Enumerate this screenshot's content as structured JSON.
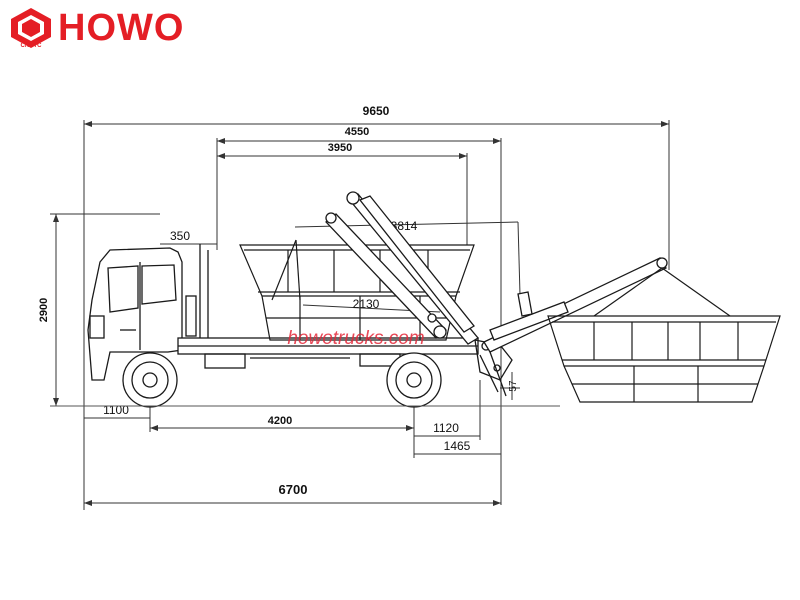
{
  "brand": {
    "name": "HOWO",
    "emblem_text": "CNHTC",
    "color": "#e41e25"
  },
  "watermark": {
    "site": "howotrucks.com",
    "color": "#e4283a"
  },
  "dimensions": {
    "overall_length": "9650",
    "body_length": "4550",
    "arm_span": "3950",
    "height": "2900",
    "cab_gap": "350",
    "arm_reach": "3814",
    "container_width": "2130",
    "front_overhang": "1100",
    "wheelbase": "4200",
    "rear_axle_to_end": "1120",
    "rear_overhang": "1465",
    "ground_clearance": "57",
    "vehicle_length": "6700"
  },
  "colors": {
    "line": "#1a1a1a",
    "dim_line": "#333333"
  }
}
